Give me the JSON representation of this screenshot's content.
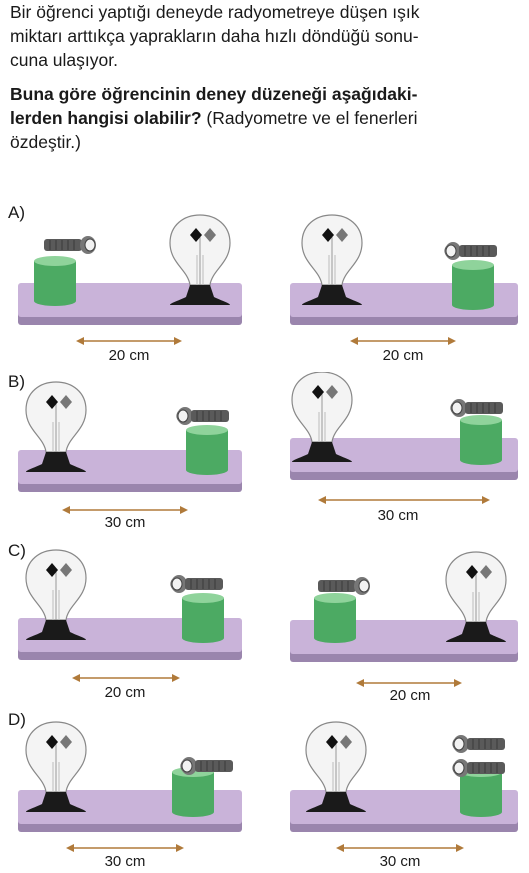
{
  "question": {
    "lead_lines": [
      "Bir öğrenci yaptığı deneyde radyometreye düşen ışık",
      "miktarı arttıkça yaprakların daha hızlı döndüğü sonu-",
      "cuna ulaşıyor."
    ],
    "ask_bold_1": "Buna göre öğrencinin deney düzeneği aşağıdaki-",
    "ask_bold_2": "lerden hangisi olabilir?",
    "ask_note_1": " (Radyometre ve el fenerleri",
    "ask_note_2": "özdeştir.)"
  },
  "options": [
    {
      "label": "A)",
      "left_distance": "20 cm",
      "right_distance": "20 cm"
    },
    {
      "label": "B)",
      "left_distance": "30 cm",
      "right_distance": "30 cm"
    },
    {
      "label": "C)",
      "left_distance": "20 cm",
      "right_distance": "20 cm"
    },
    {
      "label": "D)",
      "left_distance": "30 cm",
      "right_distance": "30 cm"
    }
  ],
  "colors": {
    "platform": "#c9b3d9",
    "platform_edge": "#9a85ad",
    "stand": "#4caa63",
    "stand_top": "#8fd39b",
    "flashlight": "#5a5a5a",
    "base": "#1a1a1a",
    "arrow": "#b07a3a"
  }
}
